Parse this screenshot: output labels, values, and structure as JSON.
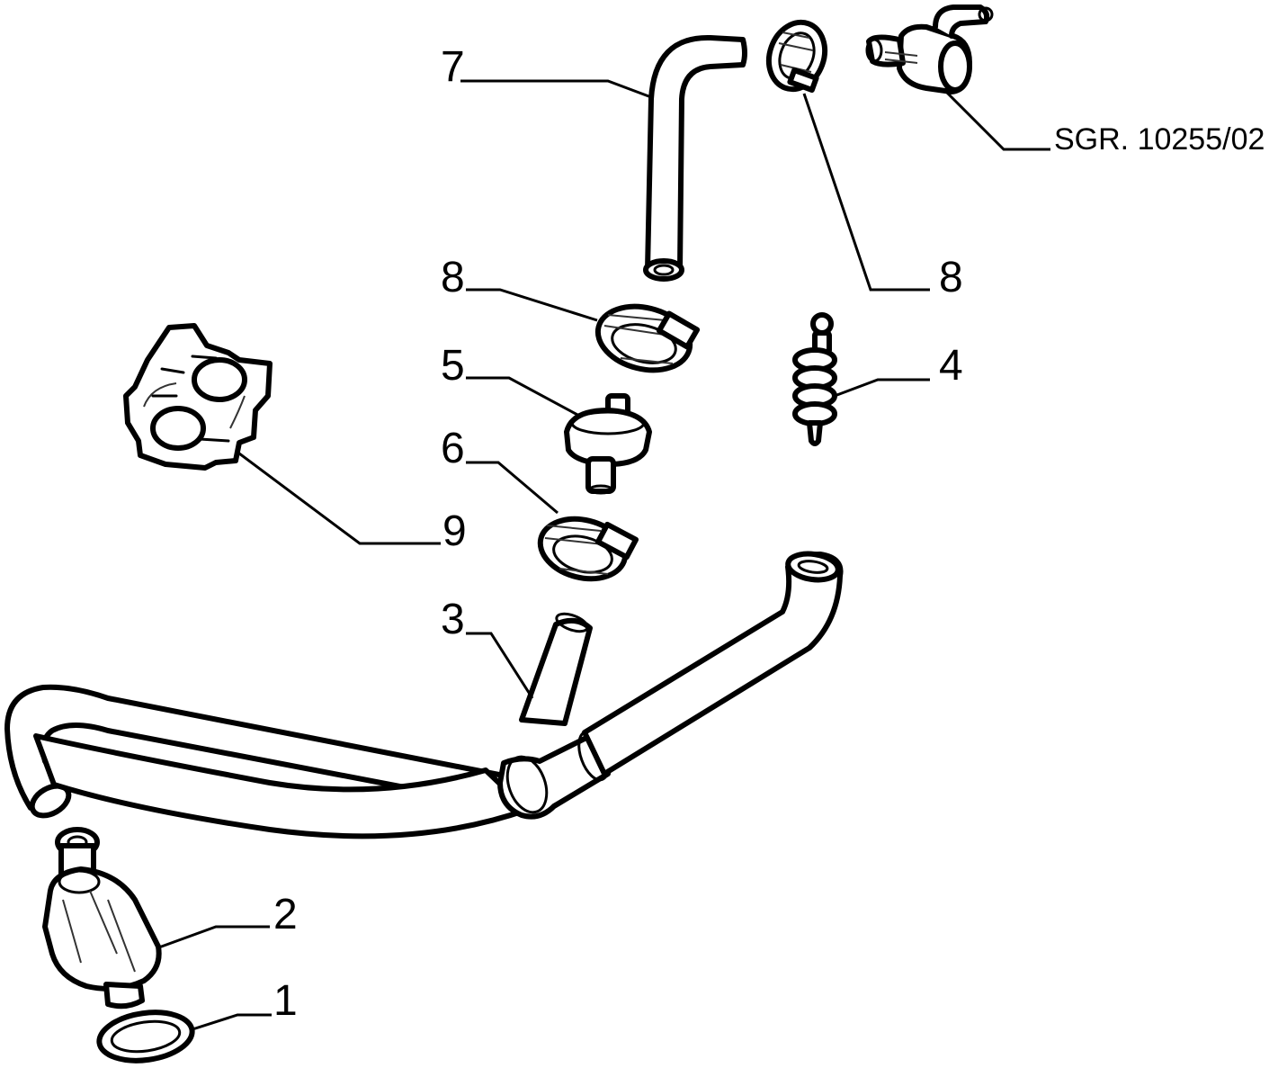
{
  "callouts": {
    "c1": "1",
    "c2": "2",
    "c3": "3",
    "c4": "4",
    "c5": "5",
    "c6": "6",
    "c7": "7",
    "c8a": "8",
    "c8b": "8",
    "c9": "9",
    "ref": "SGR. 10255/02"
  }
}
